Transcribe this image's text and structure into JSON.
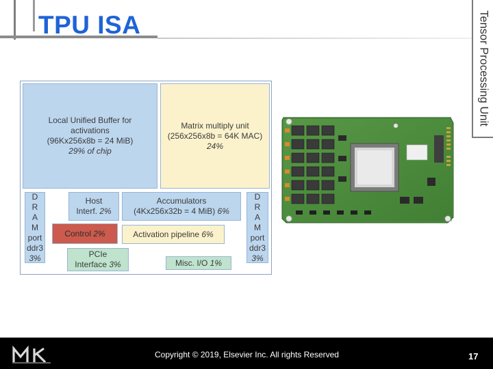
{
  "slide": {
    "title": "TPU ISA",
    "side_label": "Tensor Processing Unit",
    "footer_text": "Copyright © 2019, Elsevier Inc. All rights Reserved",
    "page_number": "17"
  },
  "floorplan": {
    "local_buffer": {
      "line1": "Local Unified Buffer for",
      "line2": "activations",
      "line3": "(96Kx256x8b = 24 MiB)",
      "pct": "29% of chip"
    },
    "matrix_unit": {
      "line1": "Matrix multiply unit",
      "line2": "(256x256x8b = 64K MAC)",
      "pct": "24%"
    },
    "dram_left": {
      "letters": [
        "D",
        "R",
        "A",
        "M"
      ],
      "line1": "port",
      "line2": "ddr3",
      "pct": "3%"
    },
    "dram_right": {
      "letters": [
        "D",
        "R",
        "A",
        "M"
      ],
      "line1": "port",
      "line2": "ddr3",
      "pct": "3%"
    },
    "host_interf": {
      "line1": "Host",
      "line2": "Interf.",
      "pct": "2%"
    },
    "accumulators": {
      "line1": "Accumulators",
      "line2": "(4Kx256x32b = 4 MiB)",
      "pct": "6%"
    },
    "control": {
      "label": "Control",
      "pct": "2%"
    },
    "activation_pipeline": {
      "label": "Activation pipeline",
      "pct": "6%"
    },
    "pcie": {
      "line1": "PCIe",
      "line2": "Interface",
      "pct": "3%"
    },
    "misc_io": {
      "label": "Misc. I/O",
      "pct": "1%"
    }
  },
  "colors": {
    "title": "#1f63d6",
    "blue_block": "#bcd6ee",
    "yellow_block": "#fbf2cc",
    "red_block": "#cc5a4d",
    "green_block": "#bfe3cc",
    "pcb": "#4a8a3c"
  },
  "icons": {
    "publisher_logo": "mk-logo",
    "board": "tpu-board-photo"
  }
}
